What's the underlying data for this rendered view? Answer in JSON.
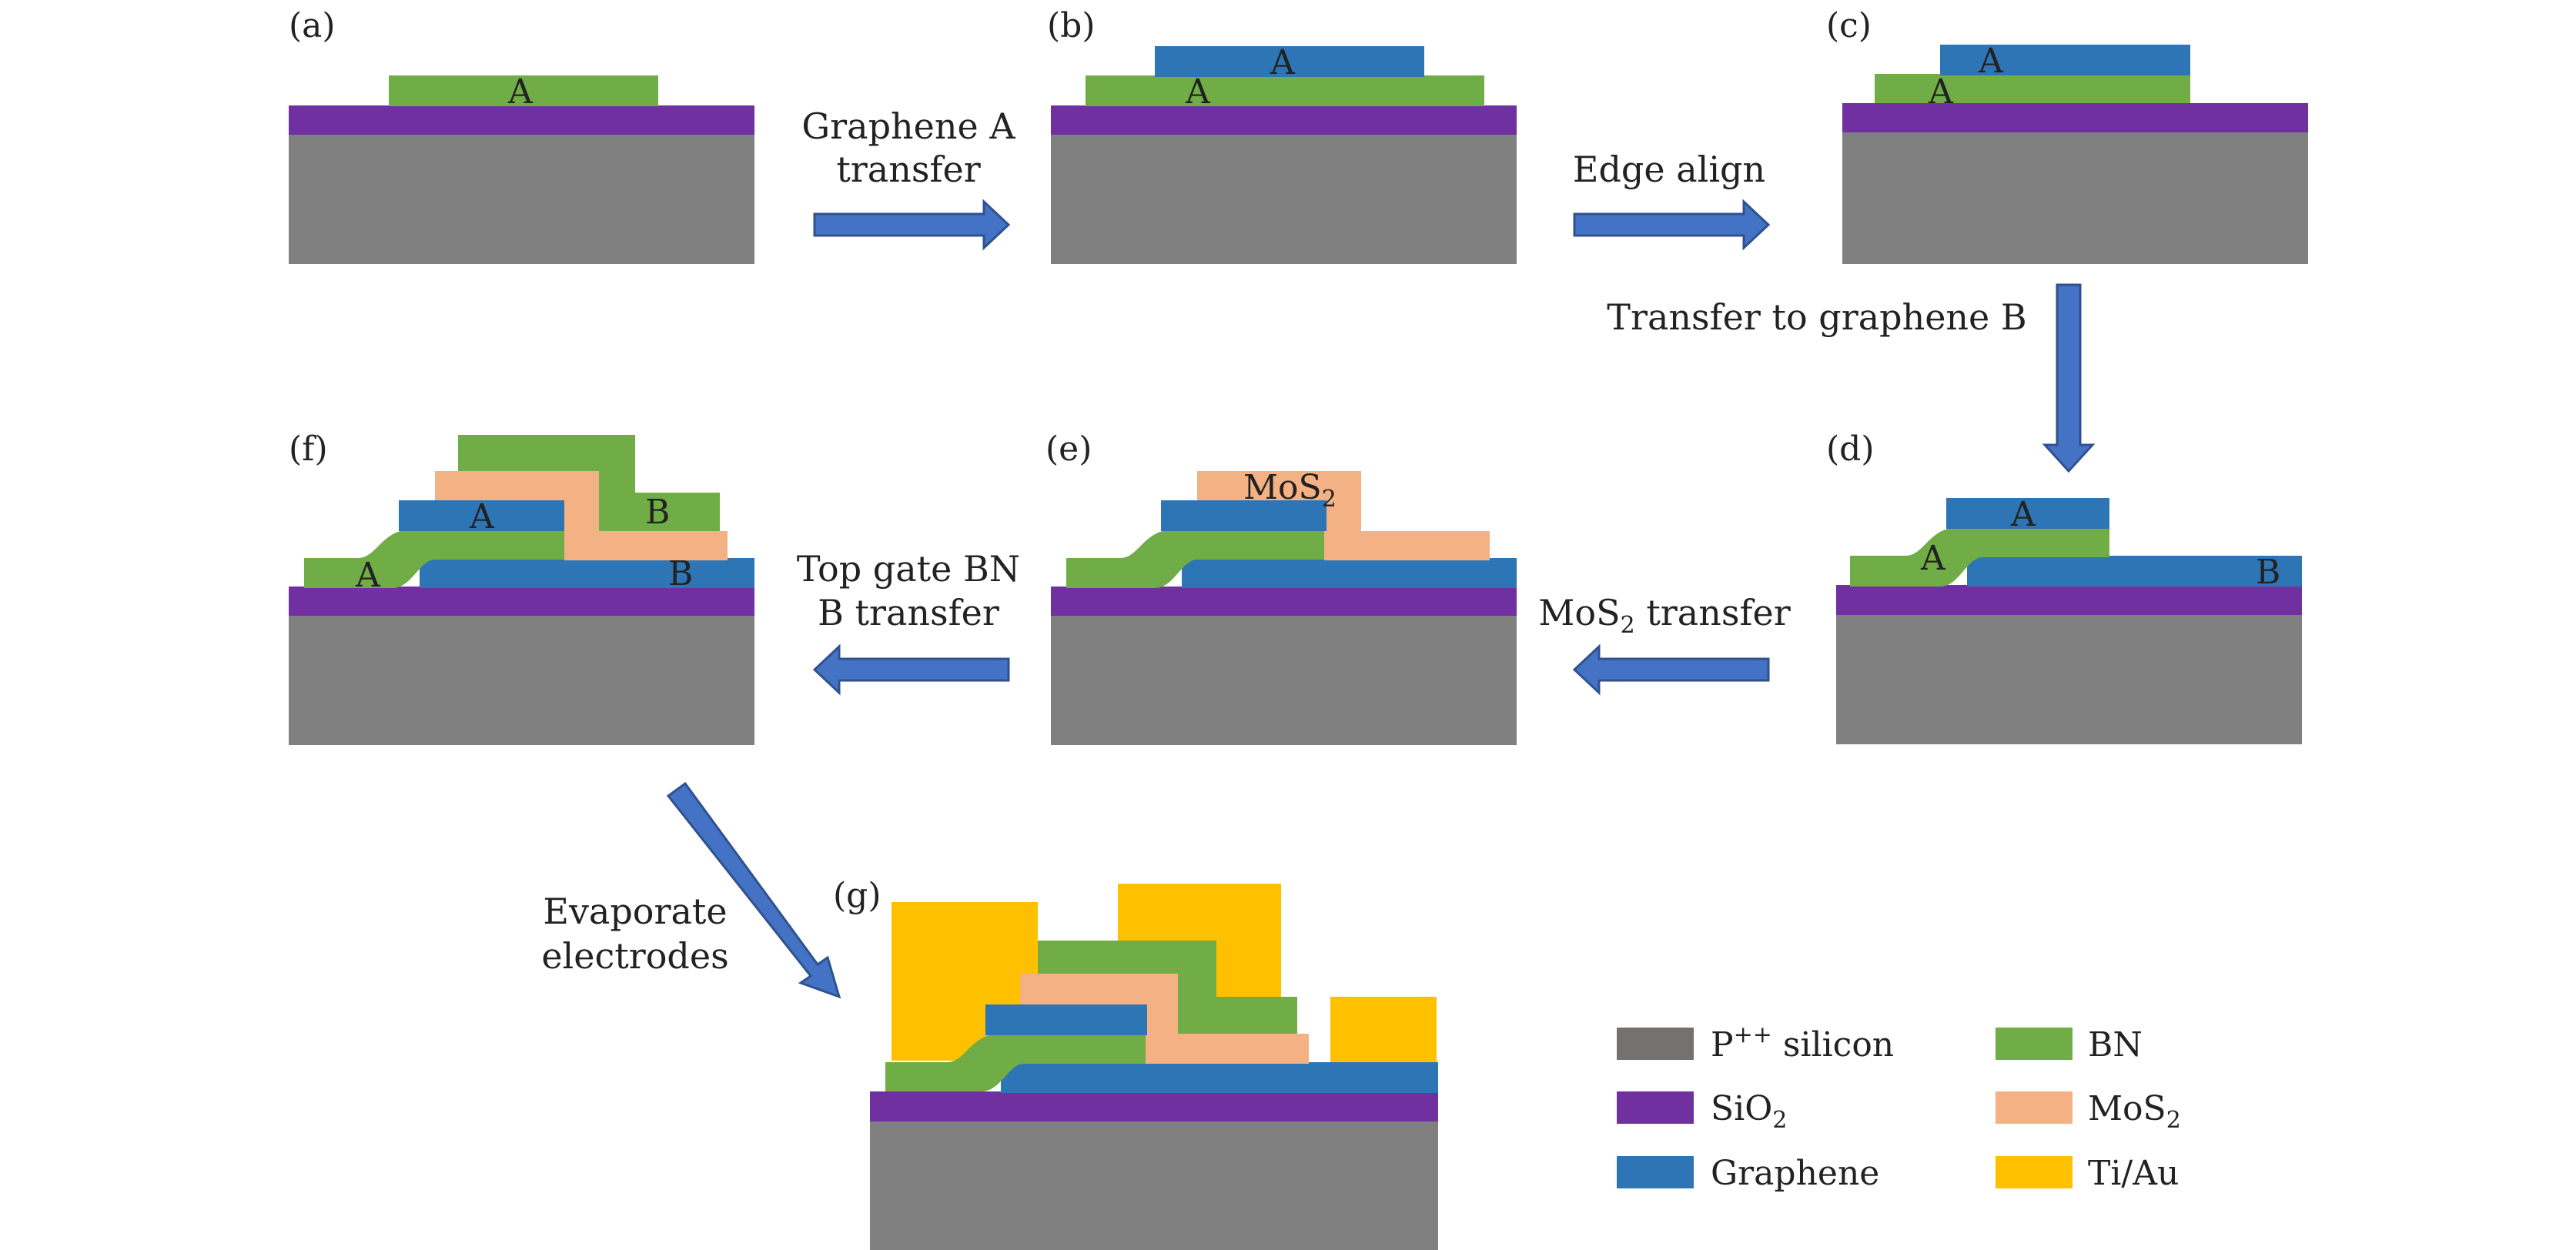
{
  "colors": {
    "silicon": "#808080",
    "sio2": "#7030a0",
    "graphene": "#2e75b6",
    "bn": "#70ad47",
    "mos2": "#f4b183",
    "tiau": "#ffc000",
    "arrow": "#4472c4"
  },
  "panels": {
    "a": "(a)",
    "b": "(b)",
    "c": "(c)",
    "d": "(d)",
    "e": "(e)",
    "f": "(f)",
    "g": "(g)"
  },
  "layer_labels": {
    "A": "A",
    "B": "B",
    "mos2_main": "MoS",
    "mos2_sub": "2"
  },
  "steps": {
    "graphene_a_line1": "Graphene A",
    "graphene_a_line2": "transfer",
    "edge_align": "Edge align",
    "transfer_to_b": "Transfer to graphene B",
    "mos2_main": "MoS",
    "mos2_sub": "2",
    "mos2_rest": " transfer",
    "top_gate_line1": "Top gate BN",
    "top_gate_line2": "B transfer",
    "evaporate_line1": "Evaporate",
    "evaporate_line2": "electrodes"
  },
  "legend": {
    "silicon_main": "P",
    "silicon_sup": "++",
    "silicon_rest": " silicon",
    "sio2_main": "SiO",
    "sio2_sub": "2",
    "graphene": "Graphene",
    "bn": "BN",
    "mos2_main": "MoS",
    "mos2_sub": "2",
    "tiau": "Ti/Au"
  }
}
